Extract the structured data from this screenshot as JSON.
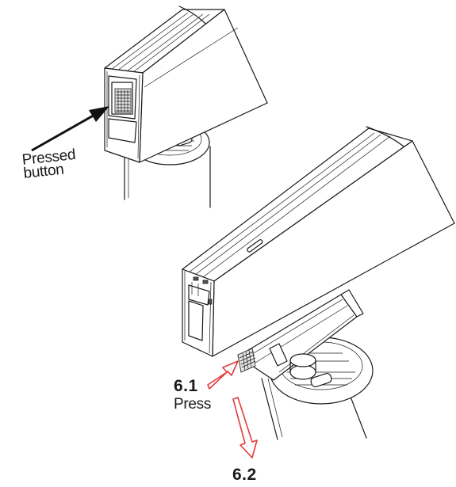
{
  "labels": {
    "pressed_line1": "Pressed",
    "pressed_line2": "button",
    "step_6_1": "6.1",
    "press": "Press",
    "step_6_2": "6.2"
  },
  "colors": {
    "outline": "#1a1a1a",
    "callout_arrow": "#111111",
    "action_arrow": "#e23b3b"
  },
  "icons": {
    "pointer": "pressed-button-arrow-icon",
    "press_arrow": "press-arrow-icon",
    "pull_arrow": "pull-down-arrow-icon"
  }
}
